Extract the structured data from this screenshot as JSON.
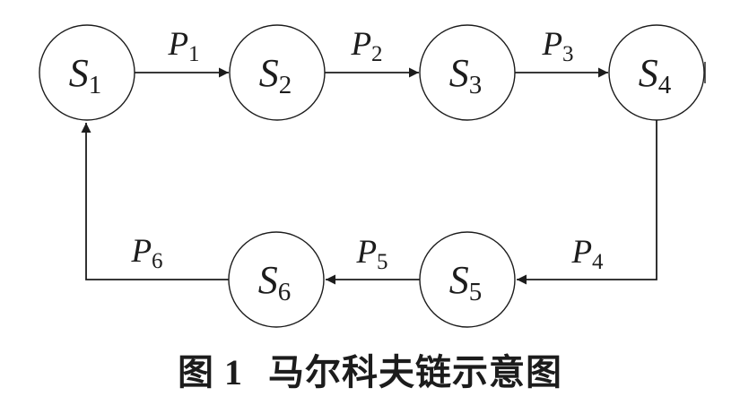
{
  "figure": {
    "background": "#ffffff",
    "stroke_color": "#1c1c1c",
    "nodes": [
      {
        "name": "S1",
        "main": "S",
        "sub": "1"
      },
      {
        "name": "S2",
        "main": "S",
        "sub": "2"
      },
      {
        "name": "S3",
        "main": "S",
        "sub": "3"
      },
      {
        "name": "S4",
        "main": "S",
        "sub": "4"
      },
      {
        "name": "S5",
        "main": "S",
        "sub": "5"
      },
      {
        "name": "S6",
        "main": "S",
        "sub": "6"
      }
    ],
    "edges": [
      {
        "name": "P1",
        "main": "P",
        "sub": "1",
        "from": "S1",
        "to": "S2"
      },
      {
        "name": "P2",
        "main": "P",
        "sub": "2",
        "from": "S2",
        "to": "S3"
      },
      {
        "name": "P3",
        "main": "P",
        "sub": "3",
        "from": "S3",
        "to": "S4"
      },
      {
        "name": "P4",
        "main": "P",
        "sub": "4",
        "from": "S4",
        "to": "S5"
      },
      {
        "name": "P5",
        "main": "P",
        "sub": "5",
        "from": "S5",
        "to": "S6"
      },
      {
        "name": "P6",
        "main": "P",
        "sub": "6",
        "from": "S6",
        "to": "S1"
      }
    ],
    "caption": {
      "label": "图 1",
      "title": "马尔科夫链示意图"
    }
  }
}
